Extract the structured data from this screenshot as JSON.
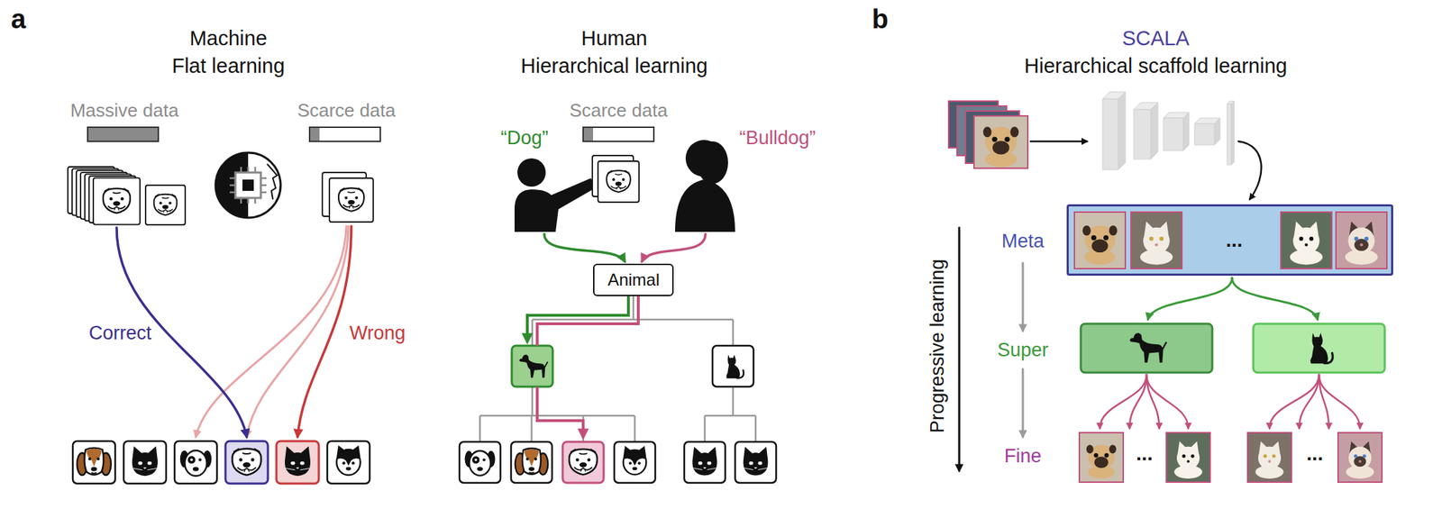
{
  "diagram": {
    "nodes": [
      {
        "text": [
          "Animal"
        ]
      },
      {
        "text": [
          "..."
        ]
      }
    ],
    "labels": [
      "a",
      "Machine",
      "Flat learning",
      "Massive data",
      "Scarce data",
      "Correct",
      "Wrong",
      "Human",
      "Hierarchical learning",
      "Scarce data",
      "“Dog”",
      "“Bulldog”",
      "b",
      "SCALA",
      "Hierarchical scaffold learning",
      "Progressive learning",
      "Meta",
      "Super",
      "Fine",
      "...",
      "..."
    ]
  }
}
